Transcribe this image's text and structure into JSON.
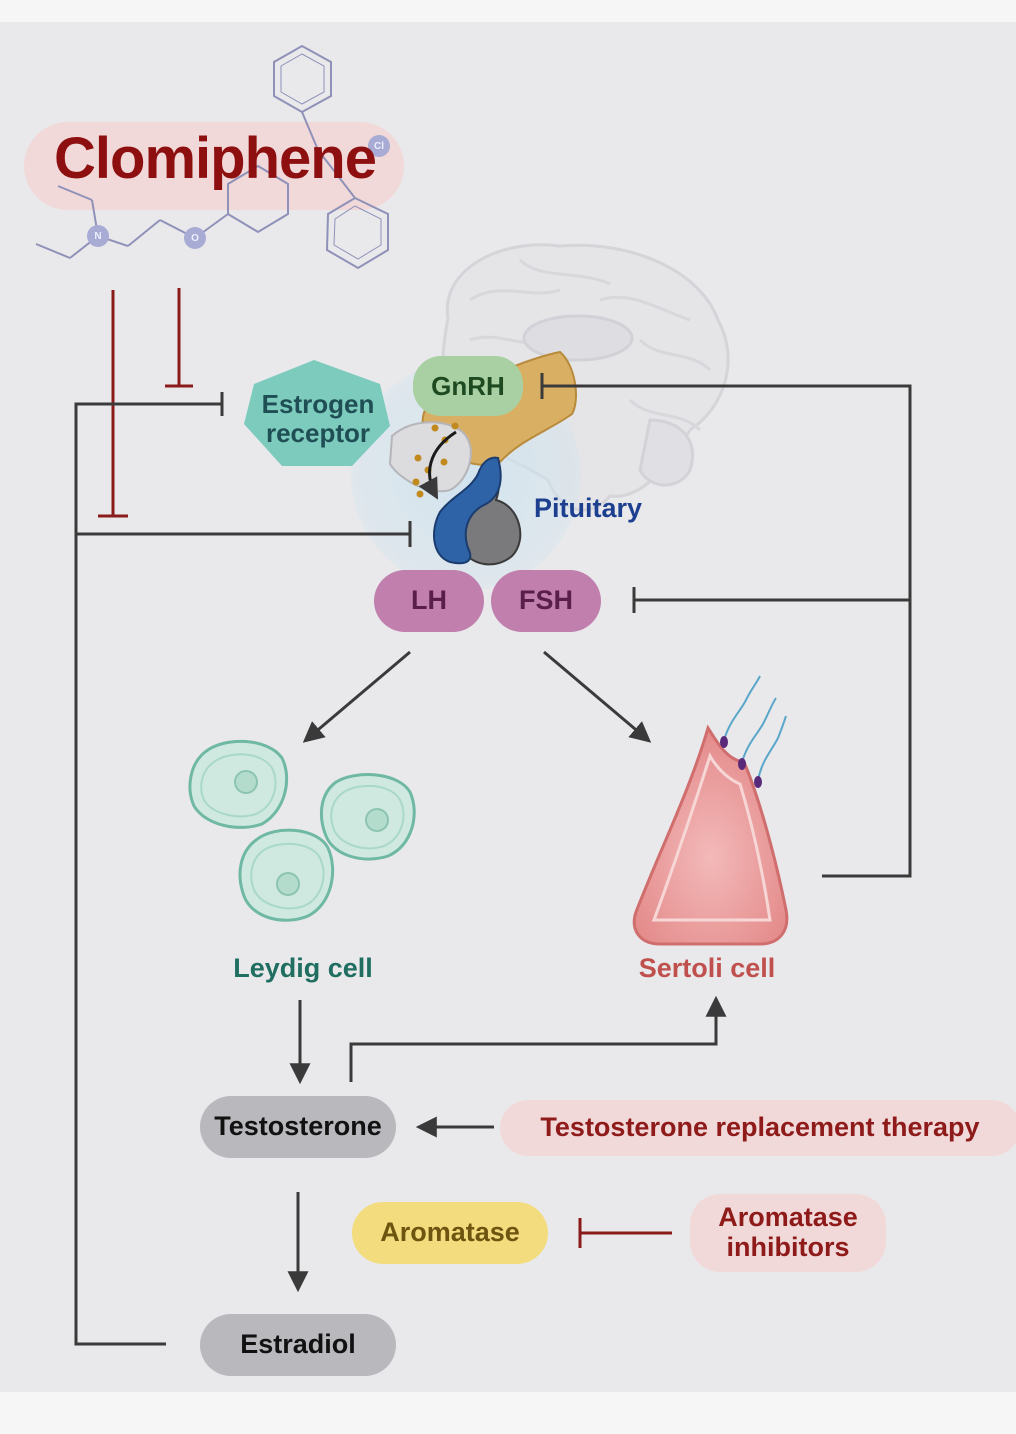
{
  "title": "Clomiphene",
  "molecule": {
    "n_atom": "N",
    "o_atom": "O",
    "cl_atom": "Cl"
  },
  "nodes": {
    "estrogen_receptor": "Estrogen receptor",
    "gnrh": "GnRH",
    "pituitary": "Pituitary",
    "lh": "LH",
    "fsh": "FSH",
    "leydig": "Leydig cell",
    "sertoli": "Sertoli cell",
    "testosterone": "Testosterone",
    "trt": "Testosterone replacement therapy",
    "aromatase": "Aromatase",
    "aromatase_inhibitors": "Aromatase inhibitors",
    "estradiol": "Estradiol"
  },
  "colors": {
    "inhibit_red": "#8b1a1a",
    "arrow_dark": "#3a3a3a",
    "clomiphene_red": "#8e0f0f",
    "leydig_teal": "#1f6e60",
    "sertoli_red": "#c0504d",
    "pituitary_blue": "#1d3f8f",
    "lh_fsh_purple": "#c07fad",
    "aromatase_yellow": "#f2dc7d"
  }
}
